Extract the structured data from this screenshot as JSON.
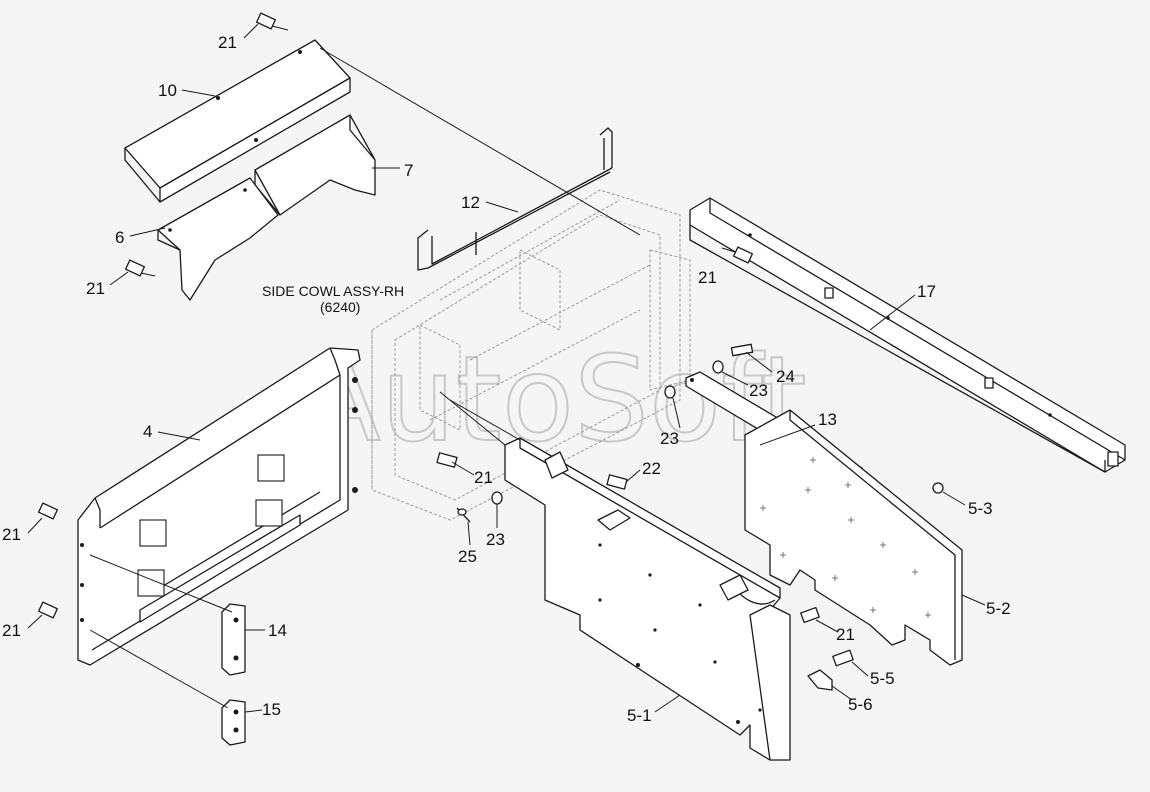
{
  "diagram": {
    "title_line1": "SIDE COWL ASSY-RH",
    "title_line2": "(6240)",
    "watermark": "AutoSoft",
    "callouts": {
      "c21a": "21",
      "c10": "10",
      "c7": "7",
      "c6": "6",
      "c21b": "21",
      "c12": "12",
      "c21c": "21",
      "c17": "17",
      "c24": "24",
      "c23a": "23",
      "c13": "13",
      "c23b": "23",
      "c4": "4",
      "c21d": "21",
      "c22": "22",
      "c23c": "23",
      "c25": "25",
      "c5_3": "5-3",
      "c21e": "21",
      "c5_2": "5-2",
      "c14": "14",
      "c21f": "21",
      "c21g": "21",
      "c5_5": "5-5",
      "c5_6": "5-6",
      "c15": "15",
      "c5_1": "5-1"
    }
  }
}
